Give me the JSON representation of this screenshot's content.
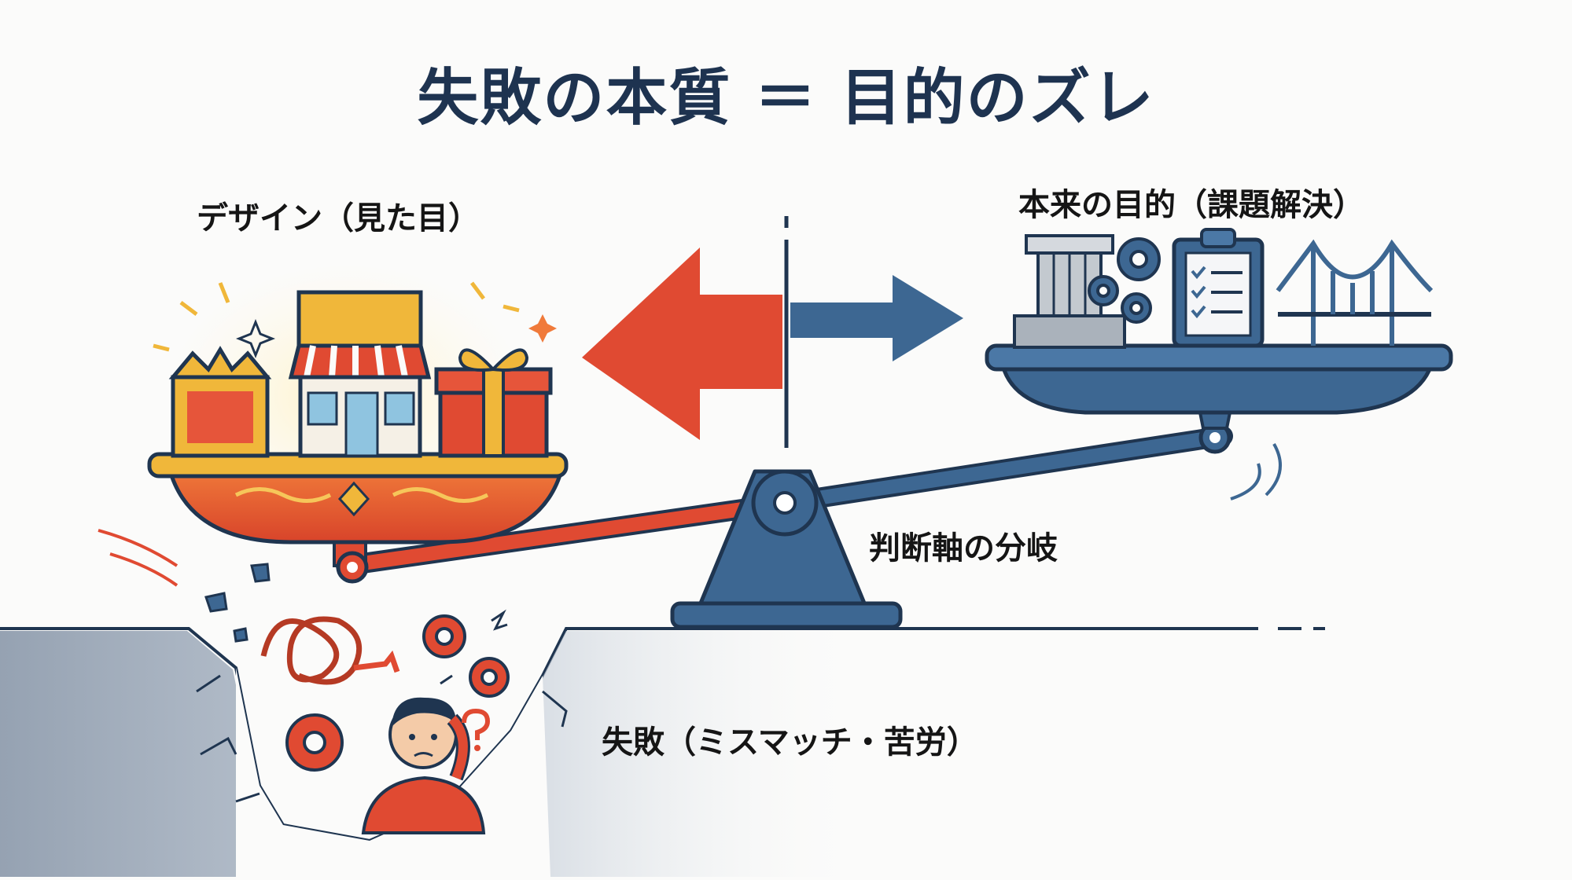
{
  "title": "失敗の本質 ＝ 目的のズレ",
  "left_pan": {
    "label": "デザイン（見た目）",
    "icons": [
      "crown-frame-icon",
      "storefront-icon",
      "gift-box-icon",
      "sparkle-icon"
    ]
  },
  "right_pan": {
    "label": "本来の目的（課題解決）",
    "icons": [
      "pillar-icon",
      "gears-icon",
      "clipboard-checklist-icon",
      "suspension-bridge-icon"
    ]
  },
  "pivot_label": "判断軸の分岐",
  "pit_label": "失敗（ミスマッチ・苦労）",
  "pit_icons": [
    "tangled-cable-icon",
    "broken-gear-icon",
    "confused-person-icon",
    "question-mark-icon"
  ],
  "arrows": {
    "left": "red-arrow-left",
    "right": "blue-arrow-right"
  },
  "colors": {
    "title": "#1e3350",
    "red": "#e04a32",
    "blue": "#3d6792",
    "navy": "#1f3550",
    "gold": "#f0b73a",
    "ground": "#8796a8"
  }
}
